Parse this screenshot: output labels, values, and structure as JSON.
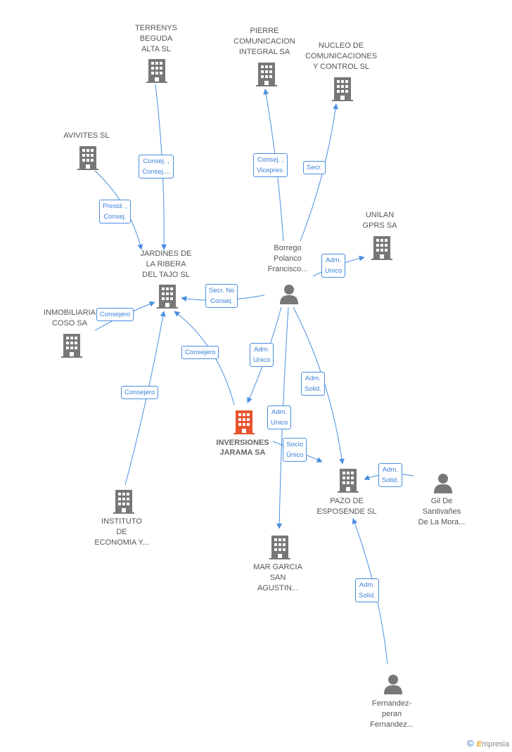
{
  "nodes": {
    "terrenys": {
      "label": "TERRENYS\nBEGUDA\nALTA SL",
      "icon": "building-icon"
    },
    "pierre": {
      "label": "PIERRE\nCOMUNICACION\nINTEGRAL SA",
      "icon": "building-icon"
    },
    "nucleo": {
      "label": "NUCLEO DE\nCOMUNICACIONES\nY CONTROL SL",
      "icon": "building-icon"
    },
    "avivites": {
      "label": "AVIVITES SL",
      "icon": "building-icon"
    },
    "unilan": {
      "label": "UNILAN\nGPRS SA",
      "icon": "building-icon"
    },
    "borrego": {
      "label": "Borrego\nPolanco\nFrancisco...",
      "icon": "person-icon"
    },
    "jardines": {
      "label": "JARDINES DE\nLA RIBERA\nDEL TAJO SL",
      "icon": "building-icon"
    },
    "inmobiliaria": {
      "label": "INMOBILIARIA\nCOSO SA",
      "icon": "building-icon"
    },
    "inversiones": {
      "label": "INVERSIONES\nJARAMA SA",
      "icon": "building-icon"
    },
    "instituto": {
      "label": "INSTITUTO\nDE\nECONOMIA Y...",
      "icon": "building-icon"
    },
    "margarcia": {
      "label": "MAR GARCIA\nSAN\nAGUSTIN...",
      "icon": "building-icon"
    },
    "pazo": {
      "label": "PAZO DE\nESPOSENDE SL",
      "icon": "building-icon"
    },
    "gil": {
      "label": "Gil De\nSantivañes\nDe La Mora...",
      "icon": "person-icon"
    },
    "fernandez": {
      "label": "Fernandez-\nperan\nFernandez...",
      "icon": "person-icon"
    }
  },
  "edges": {
    "terrenys_jardines": "Consej. ,\nConsej....",
    "avivites_jardines": "Presid. ,\nConsej.",
    "borrego_pierre": "Consej. ,\nVicepres.",
    "borrego_nucleo": "Secr.",
    "borrego_unilan": "Adm.\nUnico",
    "borrego_jardines": "Secr.  No\nConsej.",
    "inmobiliaria_jardines": "Consejero",
    "inversiones_jardines": "Consejero",
    "instituto_jardines": "Consejero",
    "borrego_inversiones": "Adm.\nUnico",
    "borrego_margarcia": "Adm.\nUnico",
    "borrego_pazo": "Adm.\nSolid.",
    "inversiones_pazo": "Socio\nÚnico",
    "gil_pazo": "Adm.\nSolid.",
    "fernandez_pazo": "Adm.\nSolid."
  },
  "colors": {
    "line": "#4a8ee0",
    "icon": "#777777",
    "highlight": "#e8532c"
  },
  "brand": {
    "copyright": "©",
    "name": "mpresia",
    "initial": "E"
  }
}
